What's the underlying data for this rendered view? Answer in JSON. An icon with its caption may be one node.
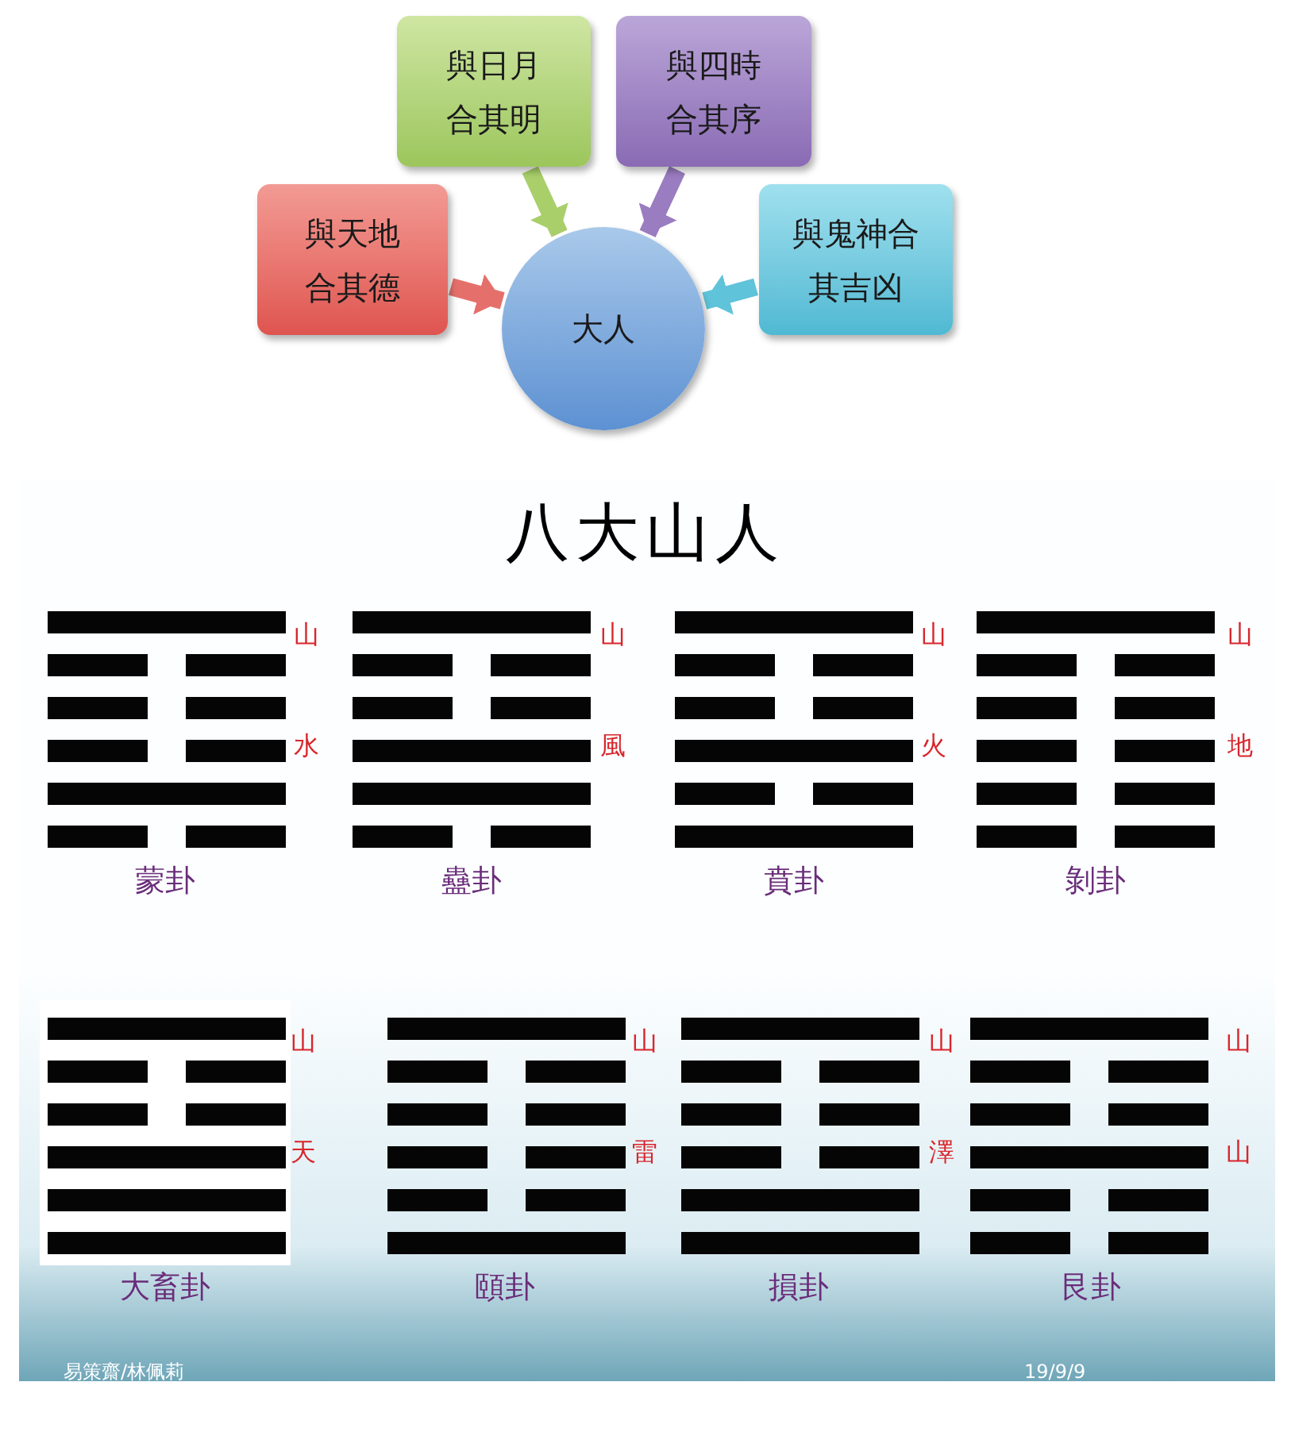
{
  "diagram": {
    "nodes": [
      {
        "text": [
          "與天地合其德"
        ]
      },
      {
        "text": [
          "與日月合其明"
        ]
      },
      {
        "text": [
          "與四時合其序"
        ]
      },
      {
        "text": [
          "與鬼神合其吉凶"
        ]
      },
      {
        "text": [
          "大人"
        ]
      }
    ],
    "edges": [
      {
        "from": 0,
        "to": 4,
        "arrow": "to",
        "color": "#e5706b"
      },
      {
        "from": 1,
        "to": 4,
        "arrow": "to",
        "color": "#a9cf6a"
      },
      {
        "from": 2,
        "to": 4,
        "arrow": "to",
        "color": "#9a7cc0"
      },
      {
        "from": 3,
        "to": 4,
        "arrow": "to",
        "color": "#5fc3da"
      }
    ],
    "labels": [
      "八大山人",
      "山",
      "水",
      "蒙卦",
      "山",
      "風",
      "蠱卦",
      "山",
      "火",
      "賁卦",
      "山",
      "地",
      "剝卦",
      "山",
      "天",
      "大畜卦",
      "山",
      "雷",
      "頤卦",
      "山",
      "澤",
      "損卦",
      "山",
      "山",
      "艮卦",
      "易策齋/林佩莉",
      "19/9/9"
    ]
  }
}
